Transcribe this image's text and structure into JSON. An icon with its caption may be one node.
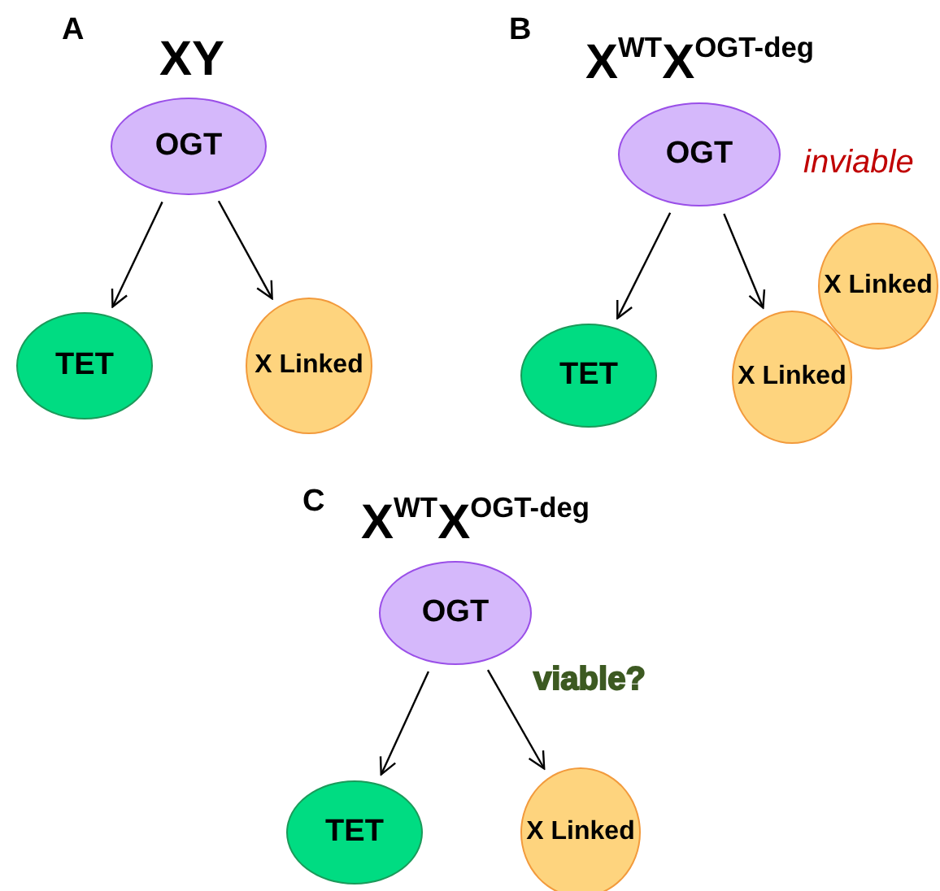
{
  "diagram": {
    "nodes": [
      {
        "text": [
          "OGT"
        ]
      },
      {
        "text": [
          "TET"
        ]
      },
      {
        "text": [
          "X Linked"
        ]
      },
      {
        "text": [
          "OGT"
        ]
      },
      {
        "text": [
          "TET"
        ]
      },
      {
        "text": [
          "X Linked"
        ]
      },
      {
        "text": [
          "X Linked"
        ]
      },
      {
        "text": [
          "OGT"
        ]
      },
      {
        "text": [
          "TET"
        ]
      },
      {
        "text": [
          "X Linked"
        ]
      }
    ],
    "edges": [
      {
        "from": 0,
        "to": 1,
        "arrow": "to"
      },
      {
        "from": 0,
        "to": 2,
        "arrow": "to"
      },
      {
        "from": 3,
        "to": 4,
        "arrow": "to"
      },
      {
        "from": 3,
        "to": 5,
        "arrow": "to"
      },
      {
        "from": 7,
        "to": 8,
        "arrow": "to"
      },
      {
        "from": 7,
        "to": 9,
        "arrow": "to"
      }
    ],
    "labels": [
      "A",
      "XY",
      "B",
      "X$^{WT}$X$^{OGT-deg}$",
      "inviable",
      "C",
      "X$^{WT}$X$^{OGT-deg}$",
      "viable?"
    ]
  }
}
